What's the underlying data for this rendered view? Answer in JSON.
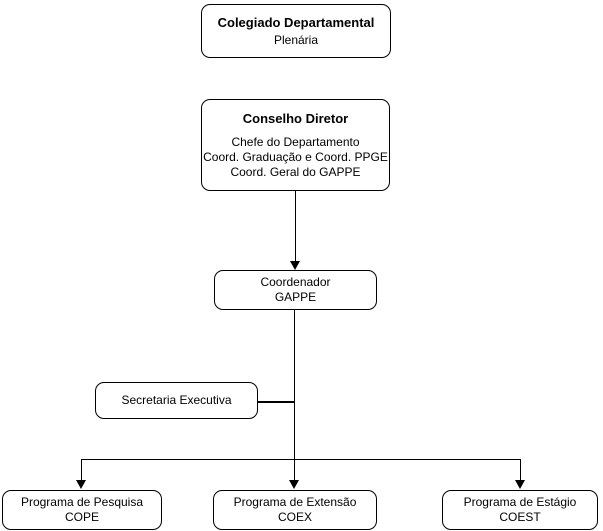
{
  "diagram": {
    "type": "org-chart",
    "background_color": "#ffffff",
    "stroke_color": "#000000",
    "text_color": "#000000",
    "nodes": {
      "colegiado": {
        "title": "Colegiado Departamental",
        "subtitle": "Plenária"
      },
      "conselho": {
        "title": "Conselho Diretor",
        "line1": "Chefe do Departamento",
        "line2": "Coord. Graduação e Coord. PPGE",
        "line3": "Coord. Geral do GAPPE"
      },
      "coordenador": {
        "line1": "Coordenador",
        "line2": "GAPPE"
      },
      "secretaria": {
        "label": "Secretaria Executiva"
      },
      "pesquisa": {
        "line1": "Programa de Pesquisa",
        "line2": "COPE"
      },
      "extensao": {
        "line1": "Programa de Extensão",
        "line2": "COEX"
      },
      "estagio": {
        "line1": "Programa de Estágio",
        "line2": "COEST"
      }
    },
    "edges": [
      {
        "from": "conselho",
        "to": "coordenador",
        "style": "arrow"
      },
      {
        "from": "coordenador",
        "to": "secretaria",
        "style": "plain"
      },
      {
        "from": "coordenador",
        "to": "pesquisa",
        "style": "arrow"
      },
      {
        "from": "coordenador",
        "to": "extensao",
        "style": "arrow"
      },
      {
        "from": "coordenador",
        "to": "estagio",
        "style": "arrow"
      }
    ]
  }
}
